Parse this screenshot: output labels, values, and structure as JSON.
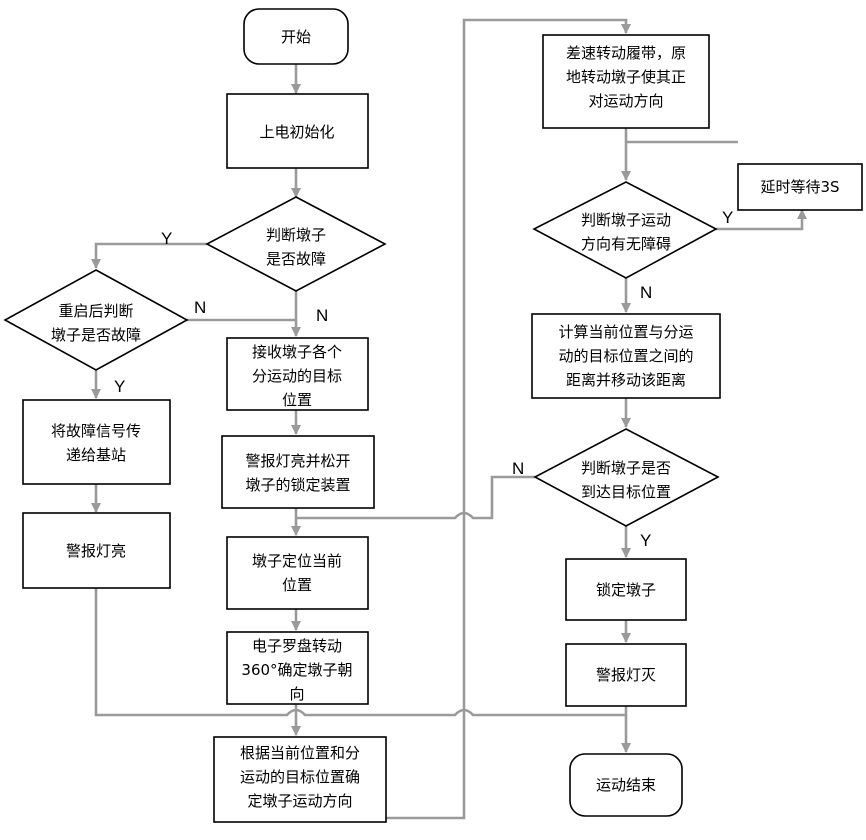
{
  "nodes": {
    "start": {
      "lines": [
        "开始"
      ]
    },
    "init": {
      "lines": [
        "上电初始化"
      ]
    },
    "judge_fault": {
      "lines": [
        "判断墩子",
        "是否故障"
      ]
    },
    "restart_judge": {
      "lines": [
        "重启后判断",
        "墩子是否故障"
      ]
    },
    "send_signal": {
      "lines": [
        "将故障信号传",
        "递给基站"
      ]
    },
    "alarm_on_left": {
      "lines": [
        "警报灯亮"
      ]
    },
    "receive_target": {
      "lines": [
        "接收墩子各个",
        "分运动的目标",
        "位置"
      ]
    },
    "alarm_release": {
      "lines": [
        "警报灯亮并松开",
        "墩子的锁定装置"
      ]
    },
    "locate": {
      "lines": [
        "墩子定位当前",
        "位置"
      ]
    },
    "compass": {
      "lines": [
        "电子罗盘转动",
        "360°确定墩子朝",
        "向"
      ]
    },
    "determine_dir": {
      "lines": [
        "根据当前位置和分",
        "运动的目标位置确",
        "定墩子运动方向"
      ]
    },
    "rotate": {
      "lines": [
        "差速转动履带，原",
        "地转动墩子使其正",
        "对运动方向"
      ]
    },
    "delay": {
      "lines": [
        "延时等待3S"
      ]
    },
    "judge_obstacle": {
      "lines": [
        "判断墩子运动",
        "方向有无障碍"
      ]
    },
    "compute_move": {
      "lines": [
        "计算当前位置与分运",
        "动的目标位置之间的",
        "距离并移动该距离"
      ]
    },
    "judge_arrive": {
      "lines": [
        "判断墩子是否",
        "到达目标位置"
      ]
    },
    "lock": {
      "lines": [
        "锁定墩子"
      ]
    },
    "alarm_off": {
      "lines": [
        "警报灯灭"
      ]
    },
    "end": {
      "lines": [
        "运动结束"
      ]
    }
  },
  "labels": {
    "fault_yes": "Y",
    "fault_no": "N",
    "restart_no": "N",
    "restart_yes": "Y",
    "obstacle_yes": "Y",
    "obstacle_no": "N",
    "arrive_no": "N",
    "arrive_yes": "Y"
  }
}
